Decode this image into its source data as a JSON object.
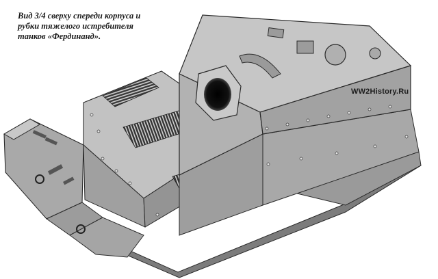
{
  "caption": {
    "line1": "Вид 3/4 сверху спереди корпуса и",
    "line2": "рубки тяжелого истребителя",
    "line3": "танков «Фердинанд»."
  },
  "watermark": "WW2History.Ru",
  "colors": {
    "hull": "#b9b9b9",
    "hull_dark": "#8f8f8f",
    "hull_light": "#d2d2d2",
    "outline": "#2a2a2a",
    "background": "#ffffff"
  }
}
